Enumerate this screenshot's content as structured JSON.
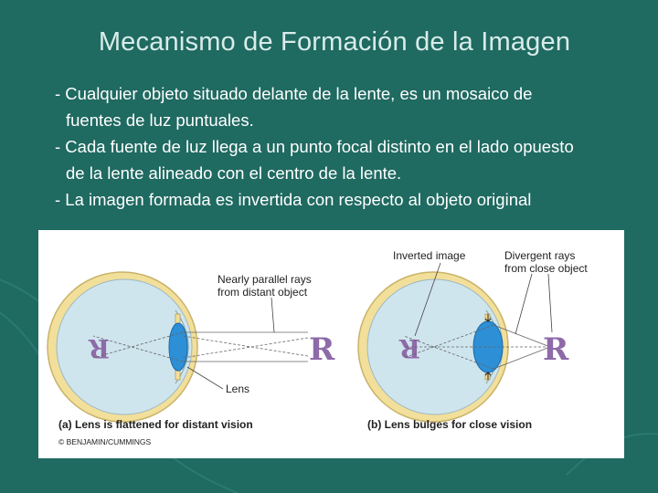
{
  "slide": {
    "title": "Mecanismo de Formación de la Imagen",
    "bullets": [
      {
        "line1": "- Cualquier objeto situado delante de la lente, es un mosaico de",
        "line2": "fuentes de luz puntuales."
      },
      {
        "line1": "- Cada fuente de luz llega a un punto focal distinto en el lado opuesto",
        "line2": "de la lente alineado con el centro de la lente."
      },
      {
        "line1": "- La imagen formada es invertida con respecto al objeto original",
        "line2": ""
      }
    ]
  },
  "figure": {
    "left_panel": {
      "callout_rays": "Nearly parallel rays",
      "callout_rays_2": "from distant object",
      "callout_lens": "Lens",
      "caption": "(a) Lens is flattened for distant vision",
      "object_letter": "R"
    },
    "right_panel": {
      "callout_inverted": "Inverted image",
      "callout_divergent": "Divergent rays",
      "callout_divergent_2": "from close object",
      "caption": "(b) Lens bulges for close vision",
      "object_letter": "R"
    },
    "copyright": "© BENJAMIN/CUMMINGS",
    "colors": {
      "eye_fill": "#cfe5ee",
      "eye_outer": "#f2df9a",
      "lens": "#2d8fd6",
      "letter": "#8e6aa8",
      "background": "#1f6a61"
    }
  }
}
